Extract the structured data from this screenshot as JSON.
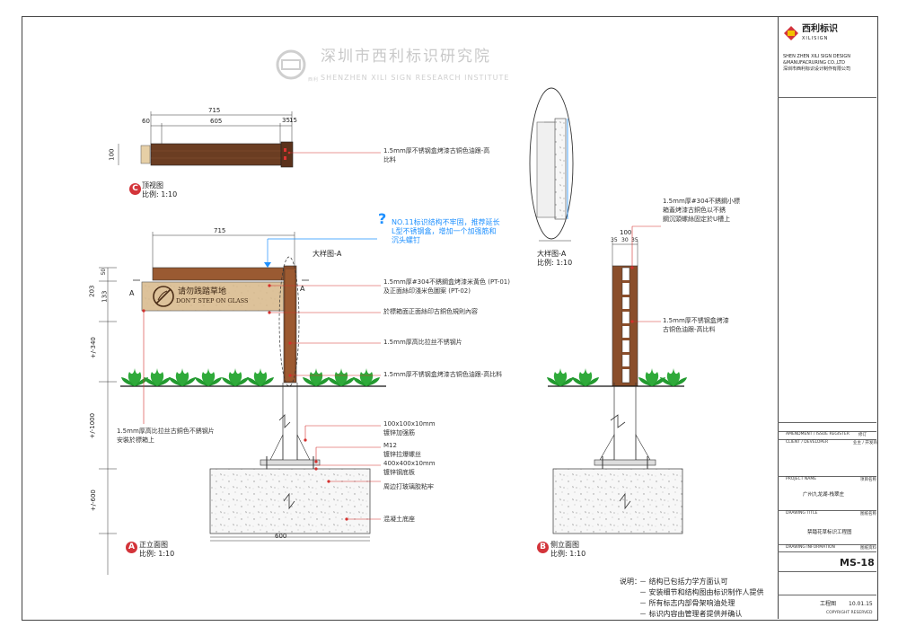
{
  "watermark": {
    "title": "深圳市西利标识研究院",
    "subtitle": "SHENZHEN XILI SIGN RESEARCH INSTITUTE",
    "badge": "西利"
  },
  "title_block": {
    "brand_cn": "西利标识",
    "brand_en": "XILISIGN",
    "company_en_1": "SHEN ZHEN XILI SIGN DESIGN",
    "company_en_2": "&MANUFACRURING CO.,LTD",
    "company_cn": "深圳市西利标识设计制作有限公司",
    "amendment": "AMENDMENT / ISSUE REGISTER",
    "amendment_cn": "修订",
    "client": "CLIENT / DEVELOPER",
    "client_cn": "业主 / 开发商",
    "project_name_label": "PROJECT NAME",
    "project_name_cn": "项目名称",
    "project_name": "广州九龙湖-栈翠庄",
    "drawing_title_label": "DRAWING TITLE",
    "drawing_title_cn": "图纸名称",
    "drawing_title": "禁踏花草标识工程图",
    "drawing_info_label": "DRAWING INFORMATION",
    "drawing_info_cn": "图纸资料",
    "drawing_number": "MS-18",
    "stage": "工程图",
    "date": "10.01.15",
    "copyright": "COPYRIGHT RESERVED"
  },
  "views": {
    "top": {
      "mark": "C",
      "title": "顶视图",
      "scale": "比例: 1:10"
    },
    "front": {
      "mark": "A",
      "title": "正立面图",
      "scale": "比例: 1:10"
    },
    "side": {
      "mark": "B",
      "title": "侧立面图",
      "scale": "比例: 1:10"
    },
    "detail": {
      "title": "大样图-A",
      "scale": "比例: 1:10"
    }
  },
  "dims": {
    "d715": "715",
    "d60": "60",
    "d605": "605",
    "d35": "35",
    "d15": "15",
    "d100": "100",
    "d50": "50",
    "d203": "203",
    "d133": "133",
    "d340": "+/-340",
    "d1000": "+/-1000",
    "d600v": "+/-600",
    "d600": "600",
    "d35b": "35",
    "d30": "30",
    "d35c": "35",
    "d100b": "100",
    "secA": "A",
    "secA2": "A",
    "detailA": "大样图-A"
  },
  "sign": {
    "text_cn": "请勿践踏草地",
    "text_en": "DON'T STEP ON GLASS"
  },
  "notes": {
    "top_note_1": "1.5mm厚不锈钢盒烤漆古铜色油跟-高",
    "top_note_2": "比料",
    "question_mark": "?",
    "blue_note": "NO.11标识结构不牢固，推荐延长L型不锈钢盒，增加一个加强筋和沉头螺钉",
    "front_n1a": "1.5mm厚#304不銹鋼盒烤漆米黃色 (PT-01)",
    "front_n1b": "及正面絲印淺米色圖案 (PT-02)",
    "front_n2": "於標箱面正面絲印古銅色規則內容",
    "front_n3": "1.5mm厚高比拉丝不锈钢片",
    "front_n4": "1.5mm厚不锈钢盒烤漆古铜色油跟-高比料",
    "left_n1": "1.5mm厚高比拉丝古銅色不銹钢片",
    "left_n2": "安裝於標箱上",
    "f_n5a": "100x100x10mm",
    "f_n5b": "镀锌加强筋",
    "f_n6a": "M12",
    "f_n6b": "镀锌拉爆螺丝",
    "f_n7a": "400x400x10mm",
    "f_n7b": "镀锌钢底板",
    "f_n8": "周边打玻璃胶粘牢",
    "f_n9": "混凝土底座",
    "side_n1a": "1.5mm厚#304不銹鋼小標",
    "side_n1b": "箱蓋烤漆古銅色以不銹",
    "side_n1c": "鋼沉頭螺絲固定於U槽上",
    "side_n2a": "1.5mm厚不锈钢盒烤漆",
    "side_n2b": "古铜色油跟-高比料"
  },
  "legend": {
    "label": "说明：",
    "items": [
      "结构已包括力学方面认可",
      "安装细节和结构图由标识制作人提供",
      "所有标志内部骨架响油处理",
      "标识内容由管理者提供并确认"
    ]
  },
  "colors": {
    "bronze": "#6b3d22",
    "bronze_light": "#9a5a32",
    "leaf": "#2faa3a",
    "leader": "#d4302e",
    "blue": "#1e90ff"
  }
}
